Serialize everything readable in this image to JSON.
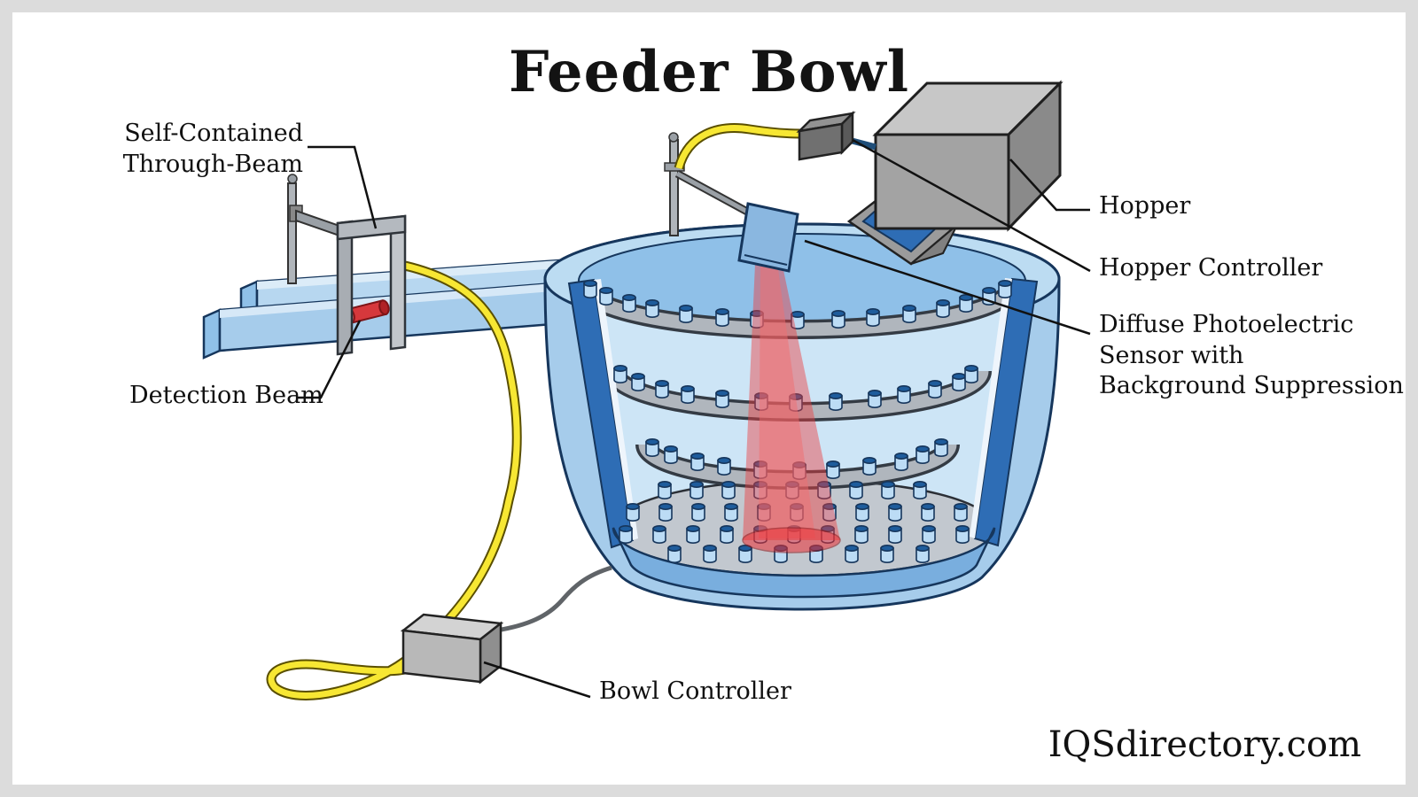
{
  "title": "Feeder Bowl",
  "watermark": "IQSdirectory.com",
  "labels": {
    "through_beam_line1": "Self-Contained",
    "through_beam_line2": "Through-Beam",
    "detection_beam": "Detection Beam",
    "bowl_controller": "Bowl Controller",
    "hopper": "Hopper",
    "hopper_controller": "Hopper Controller",
    "diffuse_line1": "Diffuse Photoelectric",
    "diffuse_line2": "Sensor with",
    "diffuse_line3": "Background Suppression"
  },
  "colors": {
    "bowl_blue": "#a6cceb",
    "bowl_rim": "#bcdcf2",
    "inner_wall": "#8fc0e8",
    "wall_cut": "#2e6db5",
    "part_body": "#bcdcf5",
    "part_top": "#1e5c9c",
    "beam_red": "#ee3b3f",
    "cable_yellow": "#f7e733",
    "metal_gray": "#a3a3a3",
    "outline": "#16365c"
  }
}
